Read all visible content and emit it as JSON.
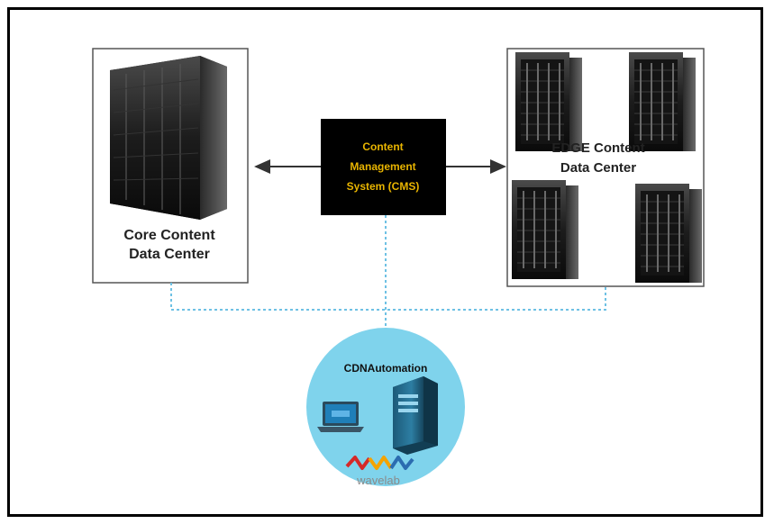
{
  "core": {
    "line1": "Core Content",
    "line2": "Data Center"
  },
  "cms": {
    "line1": "Content",
    "line2": "Management",
    "line3": "System (CMS)"
  },
  "edge": {
    "line1": "EDGE Content",
    "line2": "Data Center"
  },
  "automation": {
    "title": "CDNAutomation",
    "logo_text": "wavelab",
    "logo_tagline": "",
    "logo_colors": [
      "#d62828",
      "#f4a300",
      "#2b6cb0"
    ]
  },
  "colors": {
    "cms_bg": "#000000",
    "cms_text": "#e8b400",
    "circle": "#7fd3ec",
    "dotted": "#6ec1e4",
    "arrow": "#333333"
  },
  "icons": {
    "core": "server-rack-icon",
    "edge": "server-rack-icon",
    "laptop": "laptop-icon",
    "tower": "server-tower-icon"
  }
}
